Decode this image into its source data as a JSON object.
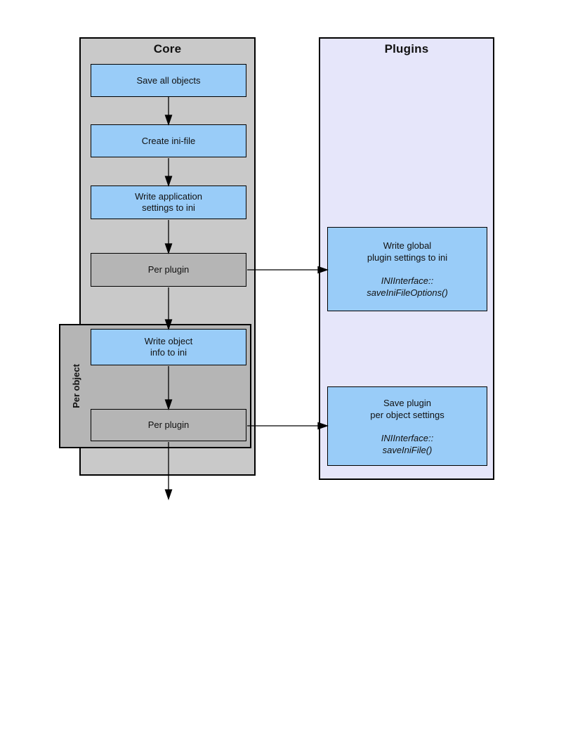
{
  "colors": {
    "core_background": "#c9c9c9",
    "inner_gray": "#b5b5b5",
    "step_blue": "#99ccf8",
    "plugins_background": "#e6e6fa",
    "border": "#000000"
  },
  "core": {
    "title": "Core",
    "per_object_label": "Per object",
    "steps": {
      "save_all": "Save all objects",
      "create_ini": "Create ini-file",
      "write_app": "Write application\nsettings to ini",
      "per_plugin_1": "Per plugin",
      "write_object": "Write object\ninfo to ini",
      "per_plugin_2": "Per plugin"
    }
  },
  "plugins": {
    "title": "Plugins",
    "global_settings": {
      "label": "Write global\nplugin settings to ini",
      "method": "INIInterface::\nsaveIniFileOptions()"
    },
    "per_object_settings": {
      "label": "Save plugin\nper object settings",
      "method": "INIInterface::\nsaveIniFile()"
    }
  }
}
